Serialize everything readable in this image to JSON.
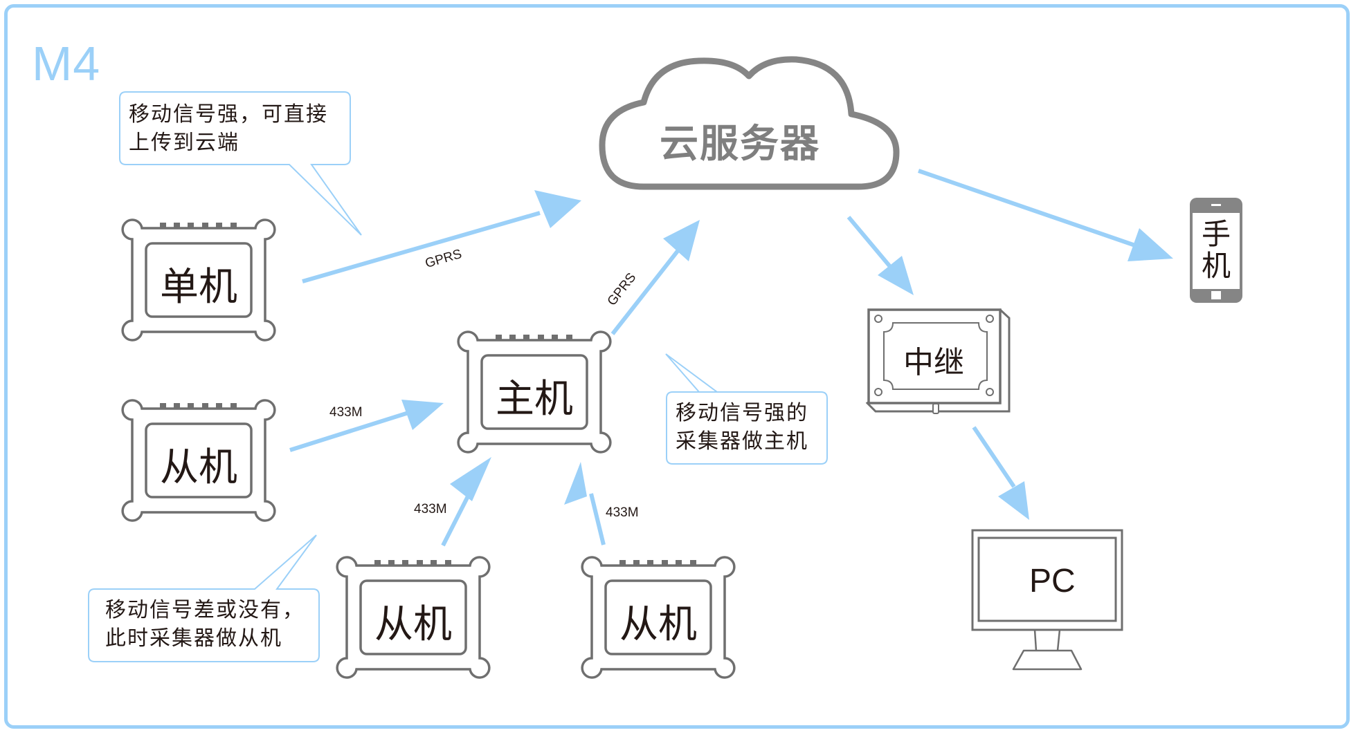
{
  "title": "M4",
  "colors": {
    "accent": "#9bd0f8",
    "device_stroke": "#6f6f6f",
    "cloud_stroke": "#858585",
    "text": "#231815"
  },
  "cloud": {
    "label": "云服务器",
    "icon": "cloud-icon"
  },
  "devices": {
    "standalone": {
      "label": "单机",
      "icon": "collector-device-icon"
    },
    "host": {
      "label": "主机",
      "icon": "collector-device-icon"
    },
    "slave_left": {
      "label": "从机",
      "icon": "collector-device-icon"
    },
    "slave_bottom_1": {
      "label": "从机",
      "icon": "collector-device-icon"
    },
    "slave_bottom_2": {
      "label": "从机",
      "icon": "collector-device-icon"
    },
    "relay": {
      "label": "中继",
      "icon": "relay-box-icon"
    },
    "phone": {
      "label": "手机",
      "icon": "smartphone-icon"
    },
    "pc": {
      "label": "PC",
      "icon": "monitor-icon"
    }
  },
  "callouts": {
    "standalone_note": {
      "line1": "移动信号强，可直接",
      "line2": "上传到云端"
    },
    "host_note": {
      "line1": "移动信号强的",
      "line2": "采集器做主机"
    },
    "slave_note": {
      "line1": "移动信号差或没有，",
      "line2": "此时采集器做从机"
    }
  },
  "links": {
    "standalone_to_cloud": "GPRS",
    "host_to_cloud": "GPRS",
    "slave_left_to_host": "433M",
    "slave_bottom_1_to_host": "433M",
    "slave_bottom_2_to_host": "433M"
  }
}
